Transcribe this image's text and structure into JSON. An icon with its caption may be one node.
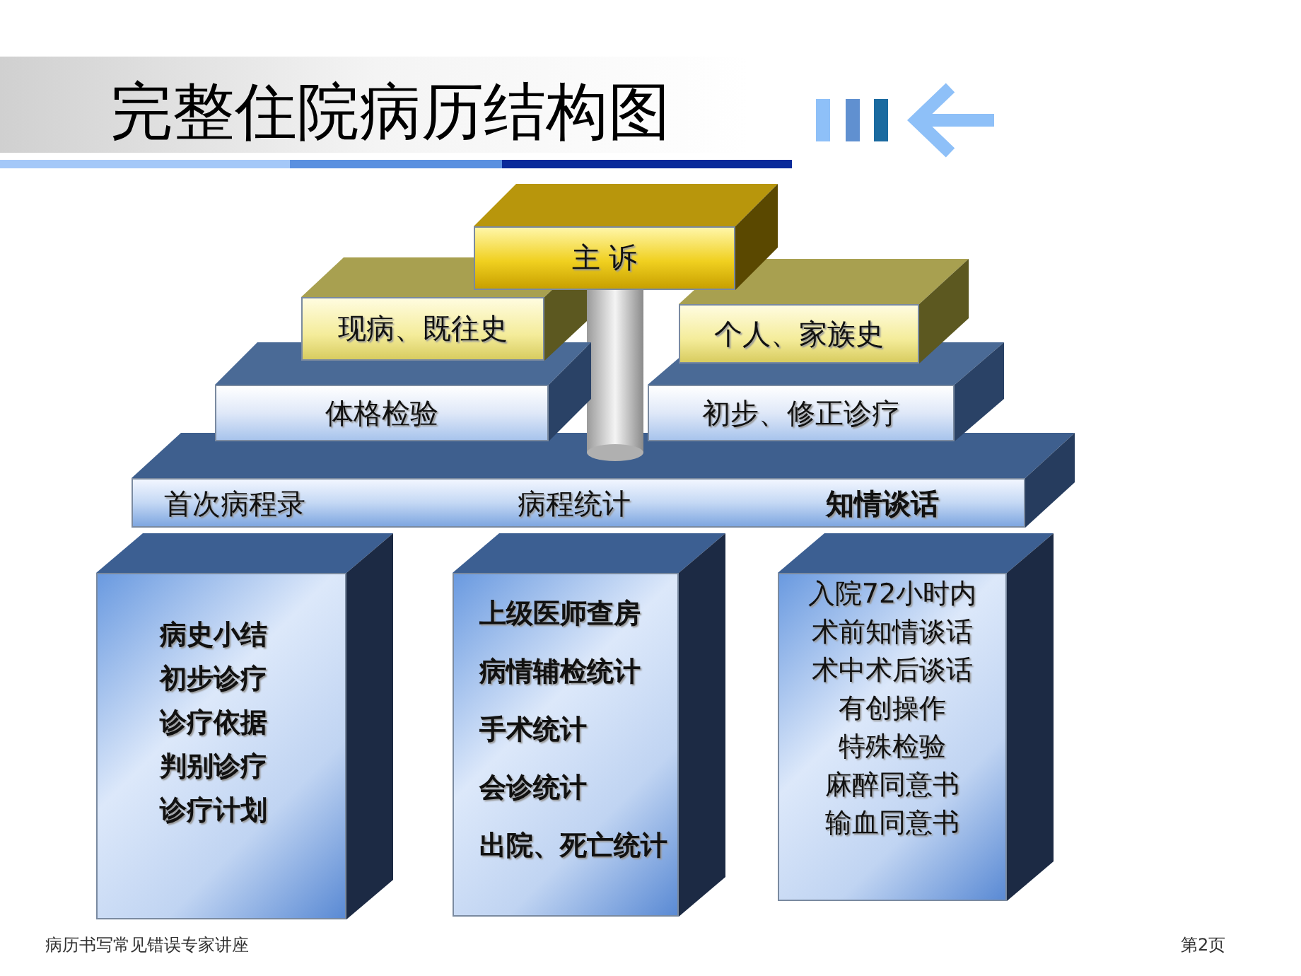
{
  "diagram": {
    "title": "完整住院病历结构图",
    "nodes": [
      {
        "text": [
          "主 诉"
        ]
      },
      {
        "text": [
          "现病、既往史"
        ]
      },
      {
        "text": [
          "个人、家族史"
        ]
      },
      {
        "text": [
          "体格检验"
        ]
      },
      {
        "text": [
          "初步、修正诊疗"
        ]
      },
      {
        "text": [
          "首次病程录",
          "病程统计",
          "知情谈话"
        ]
      },
      {
        "text": [
          "病史小结",
          "初步诊疗",
          "诊疗依据",
          "判别诊疗",
          "诊疗计划"
        ]
      },
      {
        "text": [
          "上级医师查房",
          "病情辅检统计",
          "手术统计",
          "会诊统计",
          "出院、死亡统计"
        ]
      },
      {
        "text": [
          "入院72小时内",
          "术前知情谈话",
          "术中术后谈话",
          "有创操作",
          "特殊检验",
          "麻醉同意书",
          "输血同意书"
        ]
      }
    ],
    "labels": [
      "病历书写常见错误专家讲座",
      "第2页"
    ]
  }
}
